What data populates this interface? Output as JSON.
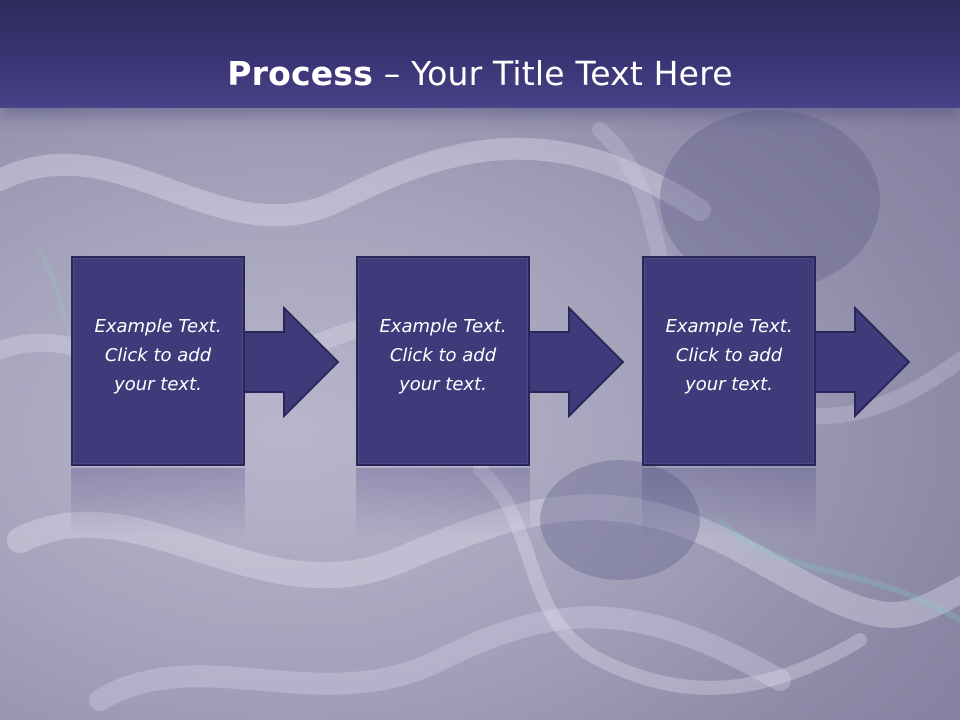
{
  "slide": {
    "title_bold": "Process",
    "title_separator": " – ",
    "title_rest": "Your Title Text Here"
  },
  "steps": [
    {
      "line1": "Example Text.",
      "line2": "Click  to add",
      "line3": "your text."
    },
    {
      "line1": "Example Text.",
      "line2": "Click  to add",
      "line3": "your text."
    },
    {
      "line1": "Example Text.",
      "line2": "Click  to add",
      "line3": "your text."
    }
  ],
  "colors": {
    "header": "#3b3576",
    "box_fill": "#3f3a7a",
    "box_border": "#2a265a",
    "text": "#ffffff"
  },
  "icons": [
    "right-arrow-icon"
  ]
}
